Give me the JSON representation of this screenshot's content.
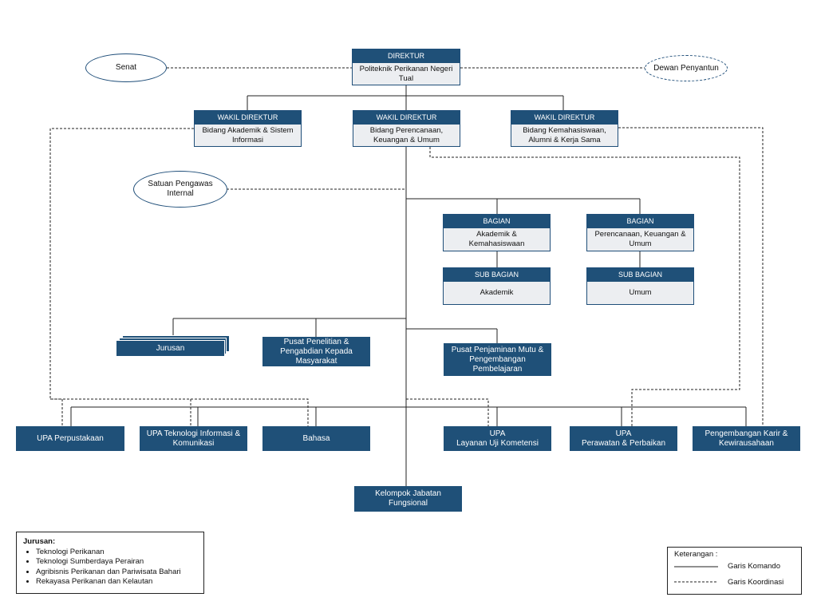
{
  "direktur": {
    "header": "DIREKTUR",
    "body": "Politeknik Perikanan Negeri Tual"
  },
  "senat": "Senat",
  "dewan": "Dewan Penyantun",
  "wadir1": {
    "header": "WAKIL DIREKTUR",
    "body": "Bidang Akademik & Sistem Informasi"
  },
  "wadir2": {
    "header": "WAKIL DIREKTUR",
    "body": "Bidang Perencanaan, Keuangan & Umum"
  },
  "wadir3": {
    "header": "WAKIL DIREKTUR",
    "body": "Bidang Kemahasiswaan, Alumni & Kerja Sama"
  },
  "spi": "Satuan Pengawas Internal",
  "bagian1": {
    "header": "BAGIAN",
    "body": "Akademik & Kemahasiswaan"
  },
  "bagian2": {
    "header": "BAGIAN",
    "body": "Perencanaan, Keuangan & Umum"
  },
  "subbagian1": {
    "header": "SUB BAGIAN",
    "body": "Akademik"
  },
  "subbagian2": {
    "header": "SUB BAGIAN",
    "body": "Umum"
  },
  "jurusan": "Jurusan",
  "p3m": "Pusat Penelitian & Pengabdian Kepada Masyarakat",
  "pjm": "Pusat Penjaminan Mutu & Pengembangan Pembelajaran",
  "upa_perpus": "UPA Perpustakaan",
  "upa_tik": "UPA Teknologi Informasi & Komunikasi",
  "bahasa": "Bahasa",
  "upa_uji": {
    "line1": "UPA",
    "line2": "Layanan Uji Kometensi"
  },
  "upa_rawat": {
    "line1": "UPA",
    "line2": "Perawatan & Perbaikan"
  },
  "karir": "Pengembangan Karir & Kewirausahaan",
  "kjf": "Kelompok Jabatan Fungsional",
  "jurusan_legend": {
    "title": "Jurusan:",
    "items": [
      "Teknologi Perikanan",
      "Teknologi Sumberdaya Perairan",
      "Agribisnis Perikanan dan Pariwisata Bahari",
      "Rekayasa Perikanan dan Kelautan"
    ]
  },
  "keterangan": {
    "title": "Keterangan :",
    "komando": "Garis Komando",
    "koordinasi": "Garis Koordinasi"
  },
  "colors": {
    "box_header": "#1f5078",
    "box_body": "#eceef1",
    "line": "#222222"
  }
}
